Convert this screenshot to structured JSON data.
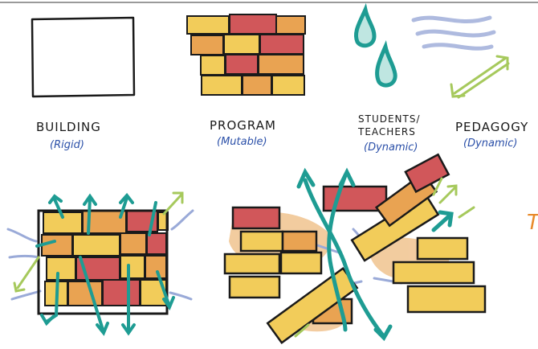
{
  "labels": {
    "building": "BUILDING",
    "building_sub": "(Rigid)",
    "program": "PROGRAM",
    "program_sub": "(Mutable)",
    "students_line1": "STUDENTS/",
    "students_line2": "TEACHERS",
    "students_sub": "(Dynamic)",
    "pedagogy": "PEDAGOGY",
    "pedagogy_sub": "(Dynamic)",
    "edge_glyph": "T"
  },
  "colors": {
    "outline": "#1a1a1a",
    "brick_yellow": "#f2cc5a",
    "brick_orange": "#e9a352",
    "brick_red": "#d1575a",
    "student_teal": "#1e9c93",
    "pedagogy_green": "#a6c95c",
    "flow_blue": "#9aaad8",
    "sub_label_blue": "#2a4fa8",
    "accent_orange": "#e88a2a"
  }
}
